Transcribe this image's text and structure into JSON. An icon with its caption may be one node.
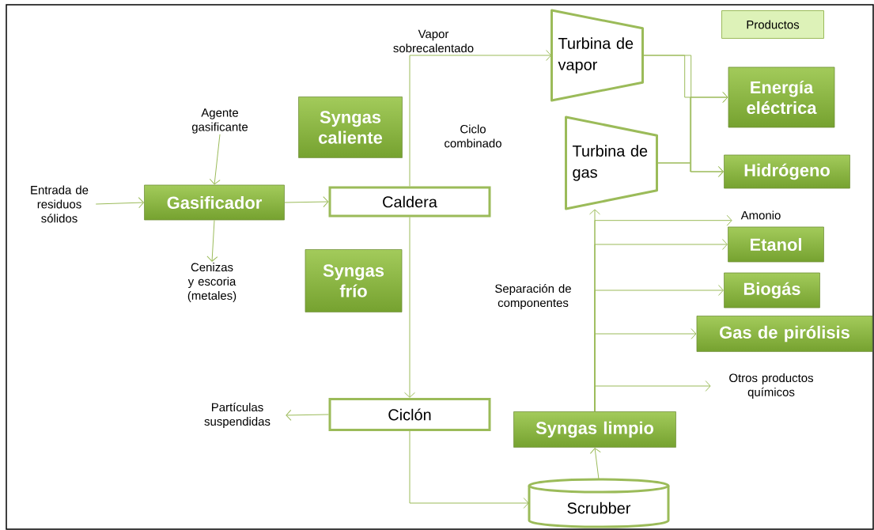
{
  "diagram": {
    "nodes": [
      {
        "text": [
          "Entrada de residuos sólidos"
        ]
      },
      {
        "text": [
          "Agente gasificante"
        ]
      },
      {
        "text": [
          "Gasificador"
        ]
      },
      {
        "text": [
          "Cenizas y escoria (metales)"
        ]
      },
      {
        "text": [
          "Syngas caliente"
        ]
      },
      {
        "text": [
          "Caldera"
        ]
      },
      {
        "text": [
          "Syngas frío"
        ]
      },
      {
        "text": [
          "Ciclón"
        ]
      },
      {
        "text": [
          "Partículas suspendidas"
        ]
      },
      {
        "text": [
          "Scrubber"
        ]
      },
      {
        "text": [
          "Syngas limpio"
        ]
      },
      {
        "text": [
          "Turbina de vapor"
        ]
      },
      {
        "text": [
          "Turbina de gas"
        ]
      },
      {
        "text": [
          "Energía eléctrica"
        ]
      },
      {
        "text": [
          "Hidrógeno"
        ]
      },
      {
        "text": [
          "Amonio"
        ]
      },
      {
        "text": [
          "Etanol"
        ]
      },
      {
        "text": [
          "Biogás"
        ]
      },
      {
        "text": [
          "Gas de pirólisis"
        ]
      },
      {
        "text": [
          "Otros productos químicos"
        ]
      },
      {
        "text": [
          "Productos"
        ]
      }
    ],
    "edges": [
      {
        "from": 0,
        "to": 2,
        "arrow": "to"
      },
      {
        "from": 1,
        "to": 2,
        "arrow": "to"
      },
      {
        "from": 2,
        "to": 3,
        "arrow": "to"
      },
      {
        "from": 2,
        "to": 5,
        "arrow": "to"
      },
      {
        "from": 5,
        "to": 11,
        "arrow": "to",
        "label": "Vapor sobrecalentado"
      },
      {
        "from": 5,
        "to": 7,
        "arrow": "to"
      },
      {
        "from": 7,
        "to": 8,
        "arrow": "to"
      },
      {
        "from": 7,
        "to": 9,
        "arrow": "to"
      },
      {
        "from": 9,
        "to": 10,
        "arrow": "to"
      },
      {
        "from": 10,
        "to": 12,
        "arrow": "to"
      },
      {
        "from": 10,
        "to": 15,
        "arrow": "to"
      },
      {
        "from": 10,
        "to": 16,
        "arrow": "to"
      },
      {
        "from": 10,
        "to": 17,
        "arrow": "to"
      },
      {
        "from": 10,
        "to": 18,
        "arrow": "to"
      },
      {
        "from": 10,
        "to": 19,
        "arrow": "to"
      },
      {
        "from": 11,
        "to": 13,
        "arrow": "to"
      },
      {
        "from": 11,
        "to": 14,
        "arrow": "to"
      },
      {
        "from": 12,
        "to": 13,
        "arrow": "to"
      },
      {
        "from": 12,
        "to": 14,
        "arrow": "to"
      }
    ],
    "labels": [
      "Ciclo combinado",
      "Separación de componentes"
    ]
  }
}
